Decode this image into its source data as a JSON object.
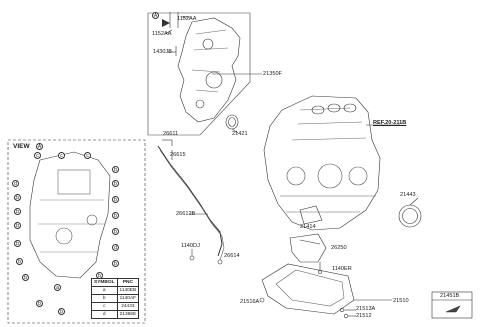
{
  "labels": {
    "p1152aa_a": "1152AA",
    "p1152aa_b": "1152AA",
    "p1430jb": "1430JB",
    "p21350f": "21350F",
    "p21421": "21421",
    "p26611": "26611",
    "p26615": "26615",
    "p26612b": "26612B",
    "p1140dj": "1140DJ",
    "p26614": "26614",
    "ref": "REF.20-211B",
    "p21443": "21443",
    "p21414": "21414",
    "p26250": "26250",
    "p1140er": "1140ER",
    "p21516a": "21516A",
    "p21513a": "21513A",
    "p21512": "21512",
    "p21510": "21510",
    "p21451b": "21451B"
  },
  "view": {
    "title": "VIEW",
    "letter": "A",
    "callout_a": "A"
  },
  "callouts": {
    "a": "a",
    "b": "b",
    "c": "c",
    "d": "d"
  },
  "table": {
    "headers": [
      "SYMBOL",
      "PNC"
    ],
    "rows": [
      {
        "symbol": "a",
        "pnc": "1140EB"
      },
      {
        "symbol": "b",
        "pnc": "1140AF"
      },
      {
        "symbol": "c",
        "pnc": "24433"
      },
      {
        "symbol": "d",
        "pnc": "21356E"
      }
    ]
  }
}
